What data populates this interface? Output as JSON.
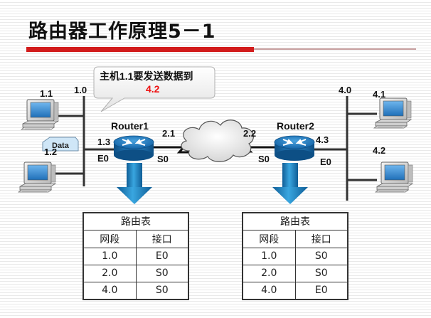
{
  "title": "路由器工作原理5－1",
  "callout": {
    "line1": "主机1.1要发送数据到",
    "line2": "4.2"
  },
  "hosts": {
    "h11": "1.1",
    "h12": "1.2",
    "h41": "4.1",
    "h42": "4.2"
  },
  "networks": {
    "n1": "1.0",
    "n4": "4.0"
  },
  "packet": "Data",
  "router1": {
    "name": "Router1",
    "e0_ip": "1.3",
    "e0": "E0",
    "s0_ip": "2.1",
    "s0": "S0"
  },
  "router2": {
    "name": "Router2",
    "s0_ip": "2.2",
    "s0": "S0",
    "e0_ip": "4.3",
    "e0": "E0"
  },
  "table1": {
    "caption": "路由表",
    "headers": [
      "网段",
      "接口"
    ],
    "rows": [
      [
        "1.0",
        "E0"
      ],
      [
        "2.0",
        "S0"
      ],
      [
        "4.0",
        "S0"
      ]
    ]
  },
  "table2": {
    "caption": "路由表",
    "headers": [
      "网段",
      "接口"
    ],
    "rows": [
      [
        "1.0",
        "S0"
      ],
      [
        "2.0",
        "S0"
      ],
      [
        "4.0",
        "E0"
      ]
    ]
  },
  "colors": {
    "accent_red": "#d21c1c",
    "router_blue": "#1a6fb0",
    "arrow_blue": "#1e8ccc",
    "highlight_red": "#e11"
  }
}
